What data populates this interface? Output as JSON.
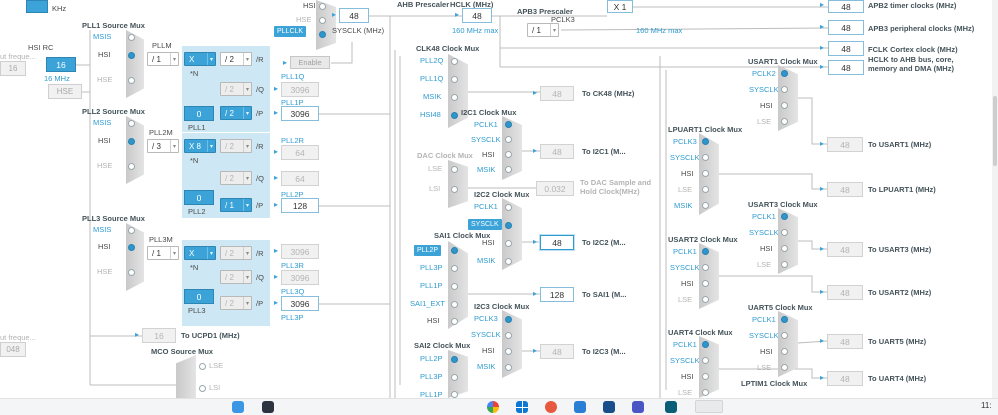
{
  "top": {
    "khz_label": "KHz",
    "sys_mux": {
      "hsi": "HSI",
      "hse": "HSE",
      "pllclk": "PLLCLK"
    },
    "sysclk_value": "48",
    "sysclk_label": "SYSCLK (MHz)",
    "ahb_label": "AHB Prescaler",
    "hclk_label": "HCLK (MHz)",
    "hclk_value": "48",
    "hclk_max": "160 MHz max",
    "apb3_label": "APB3 Prescaler",
    "apb3_value": "/ 1",
    "pclk3_label": "PCLK3",
    "pclk3_max": "160 MHz max",
    "tim_mult": "X 1",
    "outputs": [
      {
        "value": "48",
        "label": "APB2 timer clocks (MHz)"
      },
      {
        "value": "48",
        "label": "APB3 peripheral clocks (MHz)"
      },
      {
        "value": "48",
        "label": "FCLK Cortex clock (MHz)"
      },
      {
        "value": "48",
        "label": "HCLK to AHB bus, core,",
        "label2": "memory and DMA (MHz)"
      }
    ]
  },
  "sources": {
    "input_freq_label": "ut freque...",
    "input_freq_value": "16",
    "hsi_rc_label": "HSI RC",
    "hsi_rc_value": "16",
    "hsi_rc_freq": "16 MHz",
    "hse_label": "HSE",
    "input_freq2_label": "ut freque...",
    "input_freq2_value": "048"
  },
  "ucpd": {
    "value": "16",
    "label": "To UCPD1 (MHz)"
  },
  "plls": {
    "pll1": {
      "title": "PLL1 Source Mux",
      "inputs": [
        "MSIS",
        "HSI",
        "HSE"
      ],
      "m_label": "PLLM",
      "m": "/ 1",
      "n": "X",
      "n_label": "*N",
      "r": "/ 2",
      "r_label": "/R",
      "enable": "Enable",
      "q": "/ 2",
      "q_label": "/Q",
      "q_name": "PLL1Q",
      "q_value": "3096",
      "p": "/ 2",
      "p_label": "/P",
      "p_name": "PLL1P",
      "p_value": "3096",
      "frac": "0",
      "name": "PLL1"
    },
    "pll2": {
      "title": "PLL2 Source Mux",
      "inputs": [
        "MSIS",
        "HSI",
        "HSE"
      ],
      "m_label": "PLL2M",
      "m": "/ 3",
      "n": "X 8",
      "n_label": "*N",
      "r": "/ 2",
      "r_label": "/R",
      "r_name": "PLL2R",
      "r_value": "64",
      "q": "/ 2",
      "q_label": "/Q",
      "q_value": "64",
      "p": "/ 1",
      "p_label": "/P",
      "p_name": "PLL2P",
      "p_value": "128",
      "frac": "0",
      "name": "PLL2"
    },
    "pll3": {
      "title": "PLL3 Source Mux",
      "inputs": [
        "MSIS",
        "HSI",
        "HSE"
      ],
      "m_label": "PLL3M",
      "m": "/ 1",
      "n": "X",
      "n_label": "*N",
      "r": "/ 2",
      "r_label": "/R",
      "r_name": "PLL3R",
      "r_value": "3096",
      "q": "/ 2",
      "q_label": "/Q",
      "q_name": "PLL3Q",
      "q_value": "3096",
      "p": "/ 2",
      "p_label": "/P",
      "p_name": "PLL3P",
      "p_value": "3096",
      "frac": "0",
      "name": "PLL3"
    }
  },
  "mco": {
    "title": "MCO Source Mux",
    "inputs": [
      "LSE",
      "LSI"
    ]
  },
  "mid_muxes": {
    "clk48": {
      "title": "CLK48 Clock Mux",
      "inputs": [
        "PLL2Q",
        "PLL1Q",
        "MSIK",
        "HSI48"
      ],
      "value": "48",
      "out_label": "To CK48 (MHz)"
    },
    "i2c1": {
      "title": "I2C1 Clock Mux",
      "inputs": [
        "PCLK1",
        "SYSCLK",
        "HSI",
        "MSIK"
      ],
      "value": "48",
      "out_label": "To I2C1 (M..."
    },
    "dac": {
      "title": "DAC Clock Mux",
      "inputs": [
        "LSE",
        "LSI"
      ],
      "value": "0.032",
      "out_label": "To DAC Sample and",
      "out_label2": "Hold Clock(MHz)"
    },
    "i2c2": {
      "title": "I2C2 Clock Mux",
      "inputs": [
        "PCLK1",
        "SYSCLK",
        "HSI",
        "MSIK"
      ],
      "value": "48",
      "out_label": "To I2C2 (M..."
    },
    "sai1": {
      "title": "SAI1 Clock Mux",
      "inputs": [
        "PLL2P",
        "PLL3P",
        "PLL1P",
        "SAI1_EXT",
        "HSI"
      ],
      "value": "128",
      "out_label": "To SAI1 (M..."
    },
    "i2c3": {
      "title": "I2C3 Clock Mux",
      "inputs": [
        "PCLK3",
        "SYSCLK",
        "HSI",
        "MSIK"
      ],
      "value": "48",
      "out_label": "To I2C3 (M..."
    },
    "sai2": {
      "title": "SAI2 Clock Mux",
      "inputs": [
        "PLL2P",
        "PLL3P",
        "PLL1P"
      ]
    }
  },
  "right_muxes": {
    "usart1": {
      "title": "USART1 Clock Mux",
      "inputs": [
        "PCLK2",
        "SYSCLK",
        "HSI",
        "LSE"
      ],
      "value": "48",
      "out_label": "To USART1 (MHz)"
    },
    "lpuart1": {
      "title": "LPUART1 Clock Mux",
      "inputs": [
        "PCLK3",
        "SYSCLK",
        "HSI",
        "LSE",
        "MSIK"
      ],
      "value": "48",
      "out_label": "To LPUART1 (MHz)"
    },
    "usart3": {
      "title": "USART3 Clock Mux",
      "inputs": [
        "PCLK1",
        "SYSCLK",
        "HSI",
        "LSE"
      ],
      "value": "48",
      "out_label": "To USART3 (MHz)"
    },
    "usart2": {
      "title": "USART2 Clock Mux",
      "inputs": [
        "PCLK1",
        "SYSCLK",
        "HSI",
        "LSE"
      ],
      "value": "48",
      "out_label": "To USART2 (MHz)"
    },
    "uart5": {
      "title": "UART5 Clock Mux",
      "inputs": [
        "PCLK1",
        "SYSCLK",
        "HSI",
        "LSE"
      ],
      "value": "48",
      "out_label": "To UART5 (MHz)"
    },
    "uart4": {
      "title": "UART4 Clock Mux",
      "inputs": [
        "PCLK1",
        "SYSCLK",
        "HSI",
        "LSE"
      ],
      "value": "48",
      "out_label": "To UART4 (MHz)"
    },
    "lptim1": {
      "title": "LPTIM1 Clock Mux"
    }
  },
  "taskbar": {
    "time": "11:"
  },
  "colors": {
    "accent": "#3ba3d8",
    "panel": "#cde7f5",
    "disabled": "#b4b4b4"
  }
}
